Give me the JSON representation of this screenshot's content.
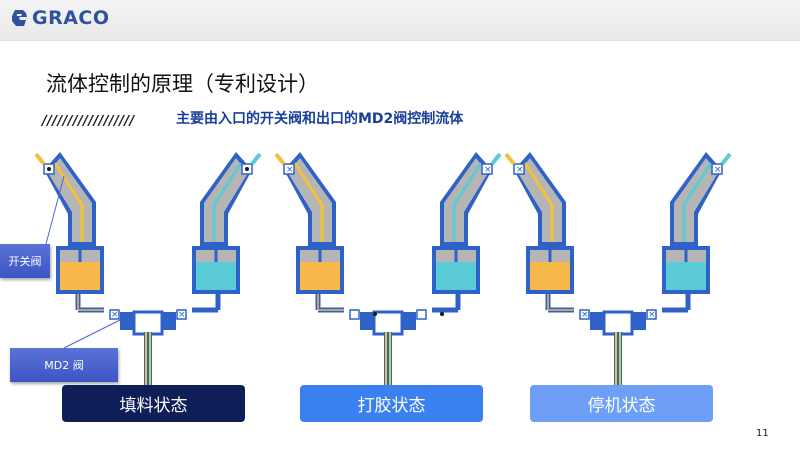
{
  "header": {
    "logo_text": "GRACO"
  },
  "slide": {
    "title": "流体控制的原理（专利设计）",
    "decor_slashes": "//////////////////",
    "subtitle": "主要由入口的开关阀和出口的MD2阀控制流体",
    "page_number": "11"
  },
  "callouts": {
    "switch_valve": "开关阀",
    "md2_valve": "MD2 阀"
  },
  "states": [
    {
      "label": "填料状态",
      "color": "#0e1f58"
    },
    {
      "label": "打胶状态",
      "color": "#3b80f0"
    },
    {
      "label": "停机状态",
      "color": "#6c9ff5"
    }
  ],
  "colors": {
    "orange_fluid": "#f7b84a",
    "cyan_fluid": "#5bcbd6",
    "blue_frame": "#2f62c8",
    "gray_body": "#b5b5b5",
    "yellow_line": "#f3c23c",
    "green_line": "#c7d63a"
  }
}
